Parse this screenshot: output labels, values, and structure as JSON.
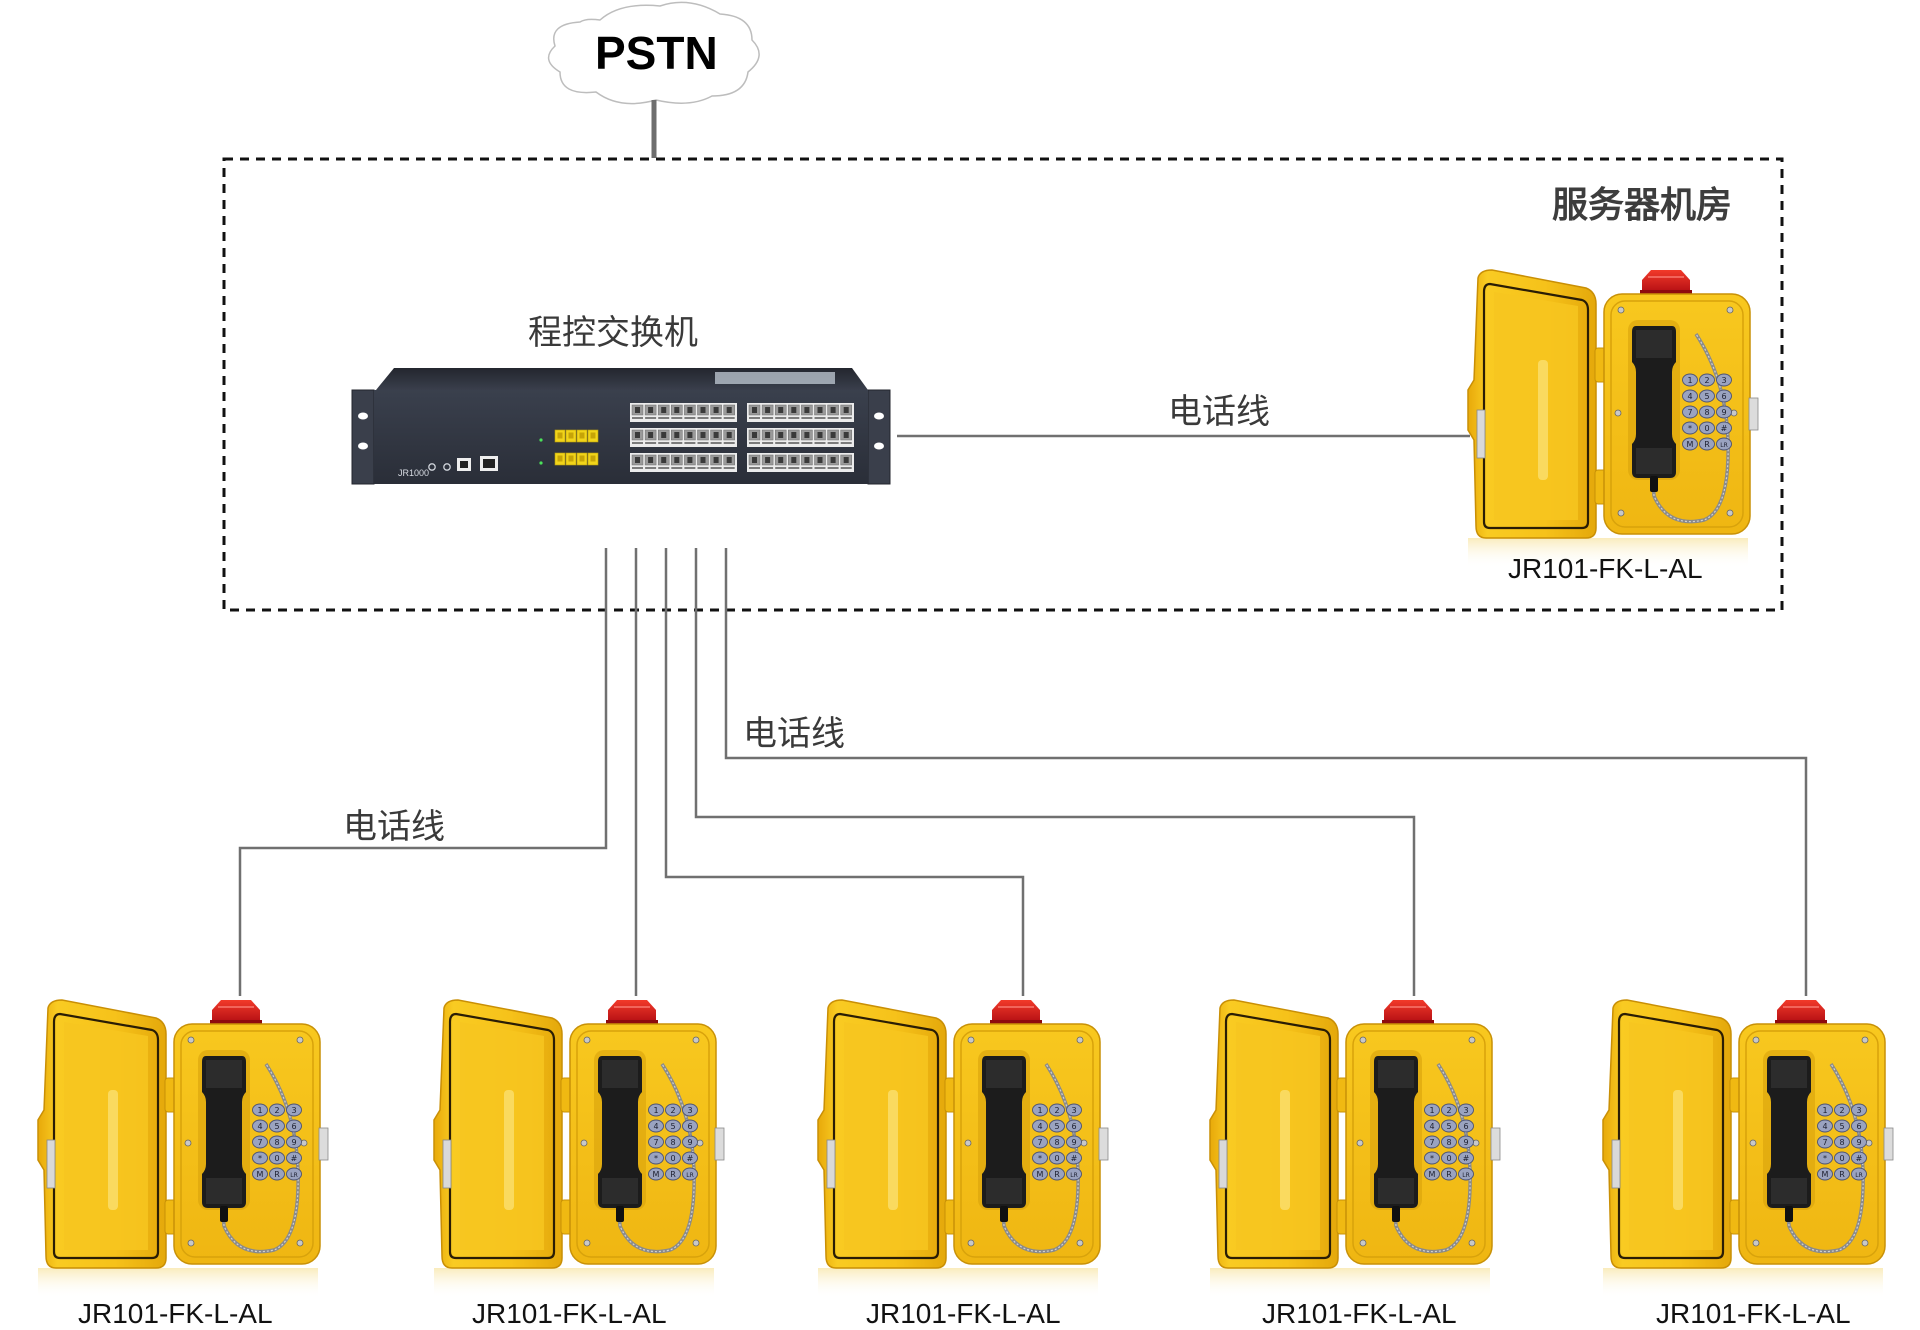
{
  "title": "程控交换机 电话系统拓扑图",
  "network": {
    "pstn_label": "PSTN",
    "server_room_label": "服务器机房",
    "switch": {
      "label": "程控交换机",
      "model": "JR1000",
      "port_groups": 2,
      "ports_per_row": 8,
      "port_rows": 3,
      "trunk_ports": 8
    },
    "cable_label": "电话线",
    "colors": {
      "line": "#707070",
      "dashed_border": "#111111",
      "phone_yellow": "#f4c01a",
      "beacon_red": "#d8121b",
      "switch_body": "#2f3441"
    }
  },
  "devices": {
    "server_room_phone": {
      "model": "JR101-FK-L-AL"
    },
    "field_phones": [
      {
        "model": "JR101-FK-L-AL"
      },
      {
        "model": "JR101-FK-L-AL"
      },
      {
        "model": "JR101-FK-L-AL"
      },
      {
        "model": "JR101-FK-L-AL"
      },
      {
        "model": "JR101-FK-L-AL"
      }
    ]
  },
  "keypad": [
    "1",
    "2",
    "3",
    "4",
    "5",
    "6",
    "7",
    "8",
    "9",
    "*",
    "0",
    "#",
    "M",
    "R",
    "LR"
  ]
}
